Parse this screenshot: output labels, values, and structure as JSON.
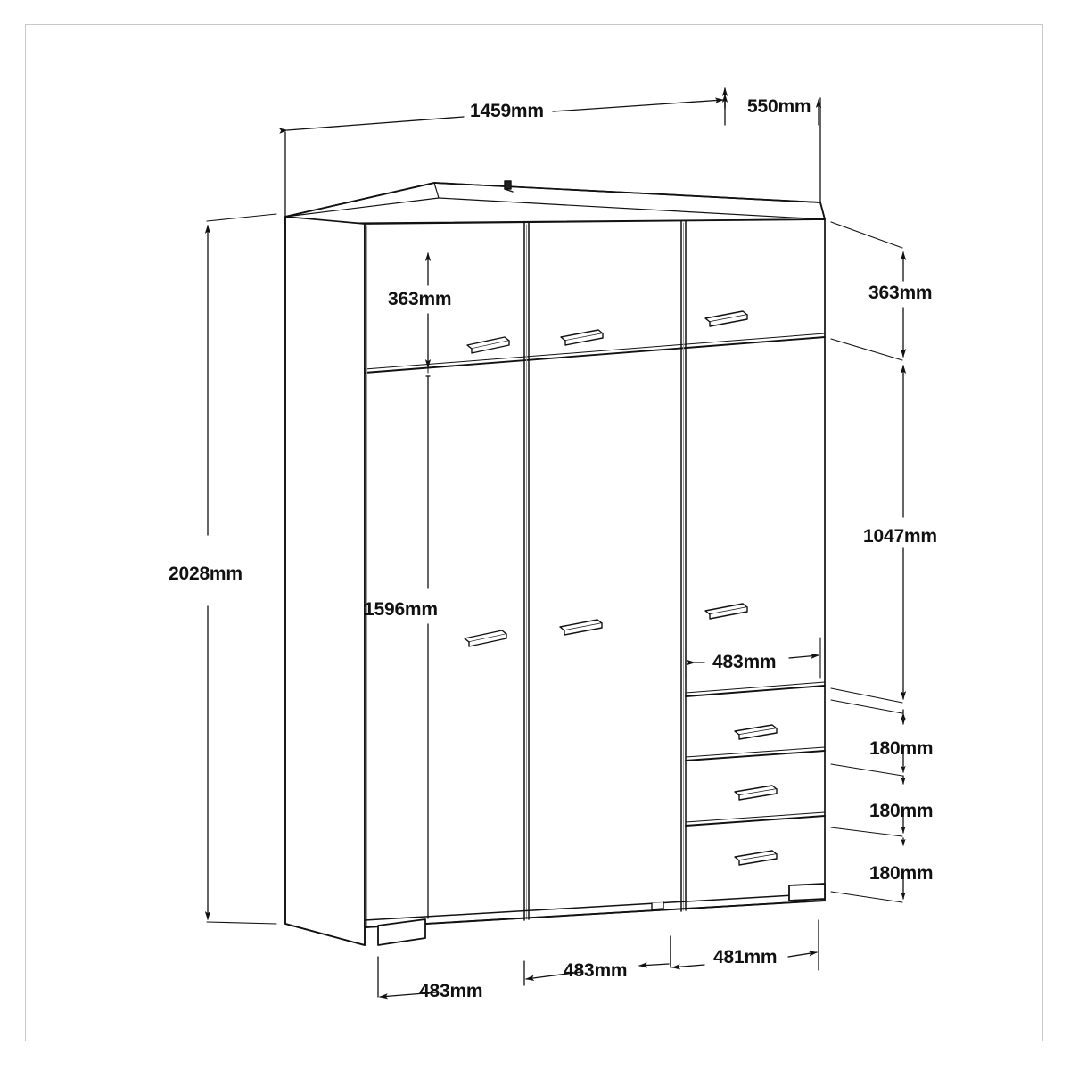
{
  "document": {
    "type": "technical-drawing",
    "subject": "4-door wardrobe with 3 drawers",
    "units": "mm",
    "background_color": "#ffffff",
    "line_color": "#111111",
    "frame_color": "#c9c9c9"
  },
  "dimensions": {
    "overall_width": "1459mm",
    "overall_depth": "550mm",
    "overall_height": "2028mm",
    "top_door_height_left": "363mm",
    "top_door_height_right": "363mm",
    "tall_door_height_left": "1596mm",
    "right_door_height": "1047mm",
    "right_door_width": "483mm",
    "drawer_height_1": "180mm",
    "drawer_height_2": "180mm",
    "drawer_height_3": "180mm",
    "bottom_width_1": "483mm",
    "bottom_width_2": "483mm",
    "bottom_width_3": "481mm"
  },
  "labels": {
    "width_top": "1459mm",
    "depth_top": "550mm",
    "height_left": "2028mm",
    "upper_left_door": "363mm",
    "lower_left_door": "1596mm",
    "upper_right_door": "363mm",
    "right_tall_door": "1047mm",
    "right_door_width": "483mm",
    "drawer_a": "180mm",
    "drawer_b": "180mm",
    "drawer_c": "180mm",
    "base_a": "483mm",
    "base_b": "483mm",
    "base_c": "481mm"
  },
  "parts": {
    "top_panel": "top-panel",
    "left_side_panel": "left-side-panel",
    "doors": [
      {
        "name": "upper-left-door",
        "handle": "handle-bar"
      },
      {
        "name": "upper-middle-door",
        "handle": "handle-bar"
      },
      {
        "name": "upper-right-door",
        "handle": "handle-bar"
      },
      {
        "name": "lower-left-door",
        "handle": "handle-bar"
      },
      {
        "name": "lower-middle-door",
        "handle": "handle-bar"
      },
      {
        "name": "right-tall-door",
        "handle": "handle-bar"
      }
    ],
    "drawers": [
      {
        "name": "drawer-top",
        "handle": "handle-bar"
      },
      {
        "name": "drawer-middle",
        "handle": "handle-bar"
      },
      {
        "name": "drawer-bottom",
        "handle": "handle-bar"
      }
    ],
    "feet": [
      "foot-front-left",
      "foot-front-right"
    ],
    "top_fixing": "top-bracket"
  }
}
